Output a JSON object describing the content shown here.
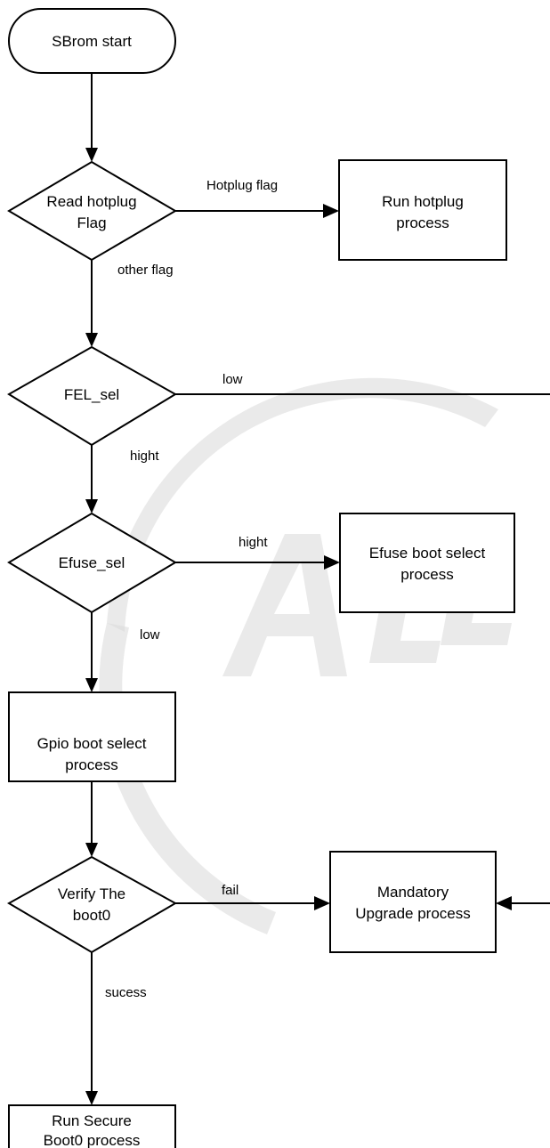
{
  "watermark": {
    "text": "ALL",
    "color": "#c8c8c8"
  },
  "nodes": {
    "start": {
      "text": "SBrom start"
    },
    "read_hotplug": {
      "line1": "Read hotplug",
      "line2": "Flag"
    },
    "run_hotplug": {
      "line1": "Run hotplug",
      "line2": "process"
    },
    "fel_sel": {
      "text": "FEL_sel"
    },
    "efuse_sel": {
      "text": "Efuse_sel"
    },
    "efuse_boot": {
      "line1": "Efuse boot select",
      "line2": "process"
    },
    "gpio_boot": {
      "line1": "Gpio boot select",
      "line2": "process"
    },
    "verify_boot0": {
      "line1": "Verify The",
      "line2": "boot0"
    },
    "mandatory_upgrade": {
      "line1": "Mandatory",
      "line2": "Upgrade process"
    },
    "run_secure": {
      "line1": "Run Secure",
      "line2": "Boot0 process"
    }
  },
  "edges": {
    "hotplug_flag": "Hotplug  flag",
    "other_flag": "other flag",
    "fel_low": "low",
    "fel_hight": "hight",
    "efuse_hight": "hight",
    "efuse_low": "low",
    "verify_fail": "fail",
    "verify_sucess": "sucess"
  }
}
